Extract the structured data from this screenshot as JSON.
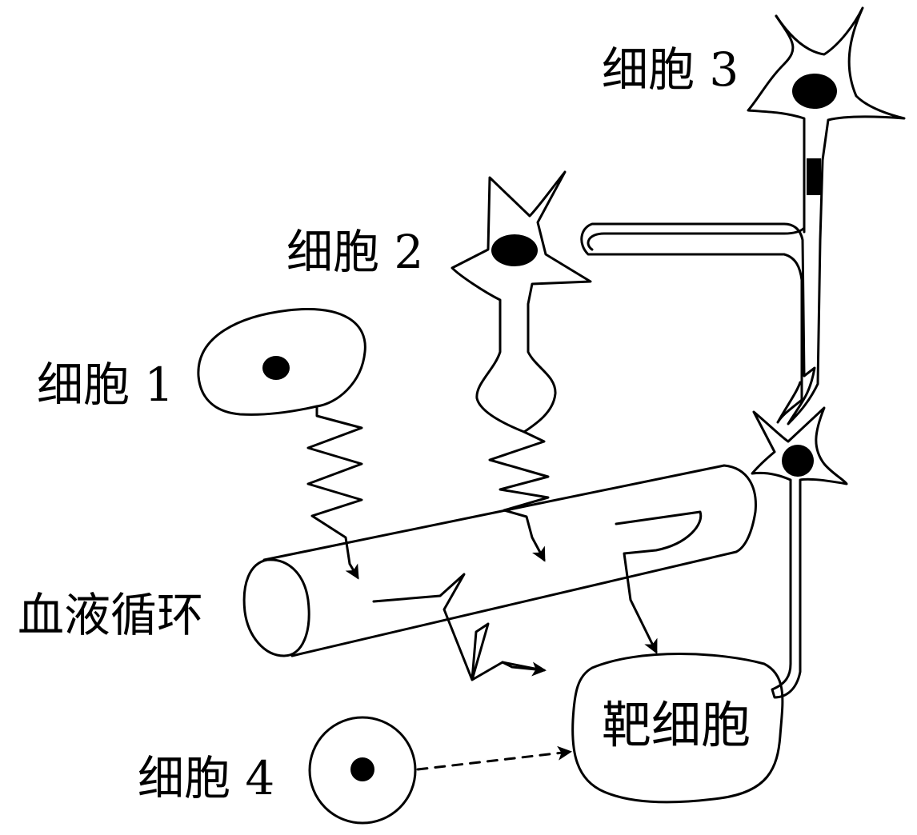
{
  "labels": {
    "cell1": "细胞 1",
    "cell2": "细胞 2",
    "cell3": "细胞 3",
    "cell4": "细胞 4",
    "blood": "血液循环",
    "target": "靶细胞"
  },
  "colors": {
    "ink": "#000000",
    "background": "#ffffff"
  }
}
